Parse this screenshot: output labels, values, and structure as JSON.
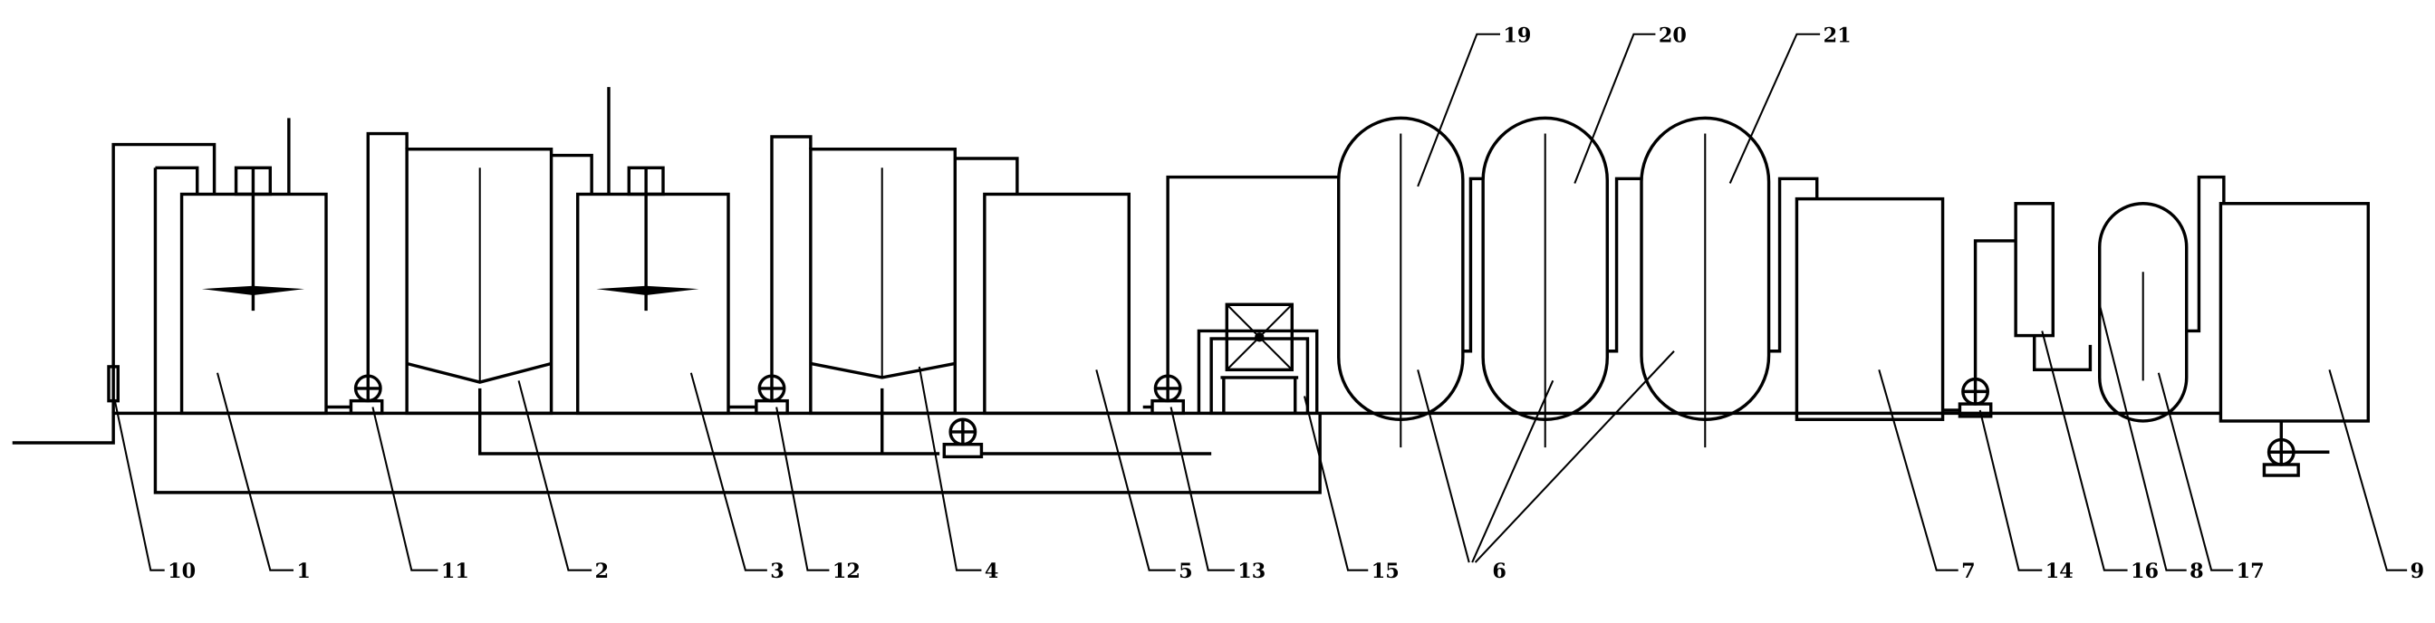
{
  "labels": {
    "l1": "1",
    "l2": "2",
    "l3": "3",
    "l4": "4",
    "l5": "5",
    "l6": "6",
    "l7": "7",
    "l8": "8",
    "l9": "9",
    "l10": "10",
    "l11": "11",
    "l12": "12",
    "l13": "13",
    "l14": "14",
    "l15": "15",
    "l16": "16",
    "l17": "17",
    "l19": "19",
    "l20": "20",
    "l21": "21"
  }
}
